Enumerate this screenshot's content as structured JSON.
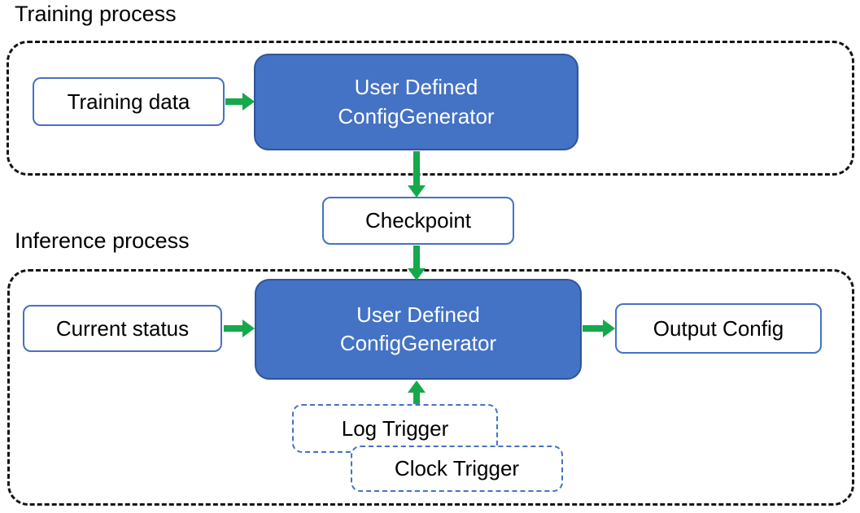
{
  "training": {
    "label": "Training process",
    "data_box": "Training data",
    "generator": "User Defined\nConfigGenerator"
  },
  "checkpoint_label": "Checkpoint",
  "inference": {
    "label": "Inference process",
    "current_status": "Current status",
    "generator": "User Defined\nConfigGenerator",
    "output_config": "Output Config",
    "log_trigger": "Log Trigger",
    "clock_trigger": "Clock Trigger"
  },
  "edges": [
    {
      "from": "Training data",
      "to": "User Defined ConfigGenerator (training)",
      "direction": "right"
    },
    {
      "from": "User Defined ConfigGenerator (training)",
      "to": "Checkpoint",
      "direction": "down"
    },
    {
      "from": "Checkpoint",
      "to": "User Defined ConfigGenerator (inference)",
      "direction": "down"
    },
    {
      "from": "Current status",
      "to": "User Defined ConfigGenerator (inference)",
      "direction": "right"
    },
    {
      "from": "User Defined ConfigGenerator (inference)",
      "to": "Output Config",
      "direction": "right"
    },
    {
      "from": "Log Trigger",
      "to": "User Defined ConfigGenerator (inference)",
      "direction": "up"
    }
  ],
  "colors": {
    "node_fill": "#4472C4",
    "node_border": "#2F5597",
    "node_text": "#FFFFFF",
    "light_box_border": "#4472C4",
    "trigger_border": "#4472C4",
    "arrow": "#17A84B",
    "outer_border": "#141414",
    "text": "#000000"
  }
}
